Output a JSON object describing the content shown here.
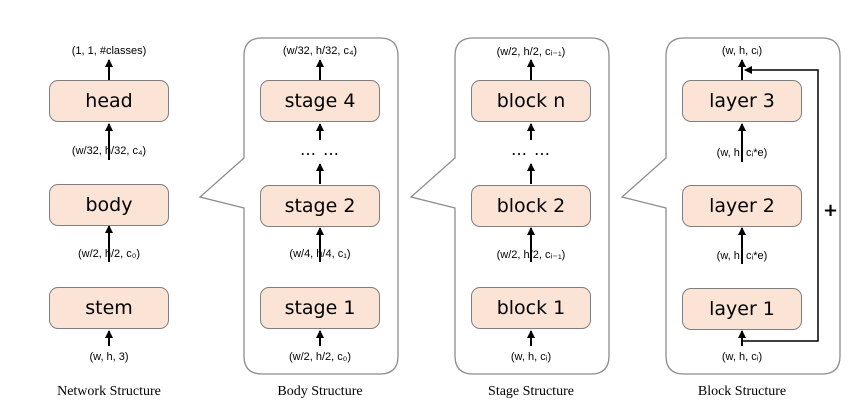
{
  "network": {
    "caption": "Network Structure",
    "boxes": [
      "stem",
      "body",
      "head"
    ],
    "dims": [
      "(w, h, 3)",
      "(w/2, h/2, c₀)",
      "(w/32, h/32, c₄)",
      "(1, 1, #classes)"
    ]
  },
  "body": {
    "caption": "Body Structure",
    "boxes": [
      "stage 1",
      "stage 2",
      "stage 4"
    ],
    "ellipsis": "… …",
    "dims": [
      "(w/2, h/2, c₀)",
      "(w/4, h/4, c₁)",
      "(w/32, h/32, c₄)"
    ]
  },
  "stage": {
    "caption": "Stage Structure",
    "boxes": [
      "block 1",
      "block 2",
      "block n"
    ],
    "ellipsis": "… …",
    "dims": [
      "(w, h, cᵢ)",
      "(w/2, h/2, cᵢ₋₁)",
      "(w/2, h/2, cᵢ₋₁)"
    ]
  },
  "block": {
    "caption": "Block Structure",
    "boxes": [
      "layer 1",
      "layer 2",
      "layer 3"
    ],
    "dims": [
      "(w, h, cᵢ)",
      "(w, h, cᵢ*e)",
      "(w, h, cᵢ*e)",
      "(w, h, cᵢ)"
    ],
    "residual_symbol": "+"
  },
  "colors": {
    "box_fill": "#fbe4d5",
    "box_border": "#7f7f7f",
    "panel_border": "#8c8c8c"
  }
}
